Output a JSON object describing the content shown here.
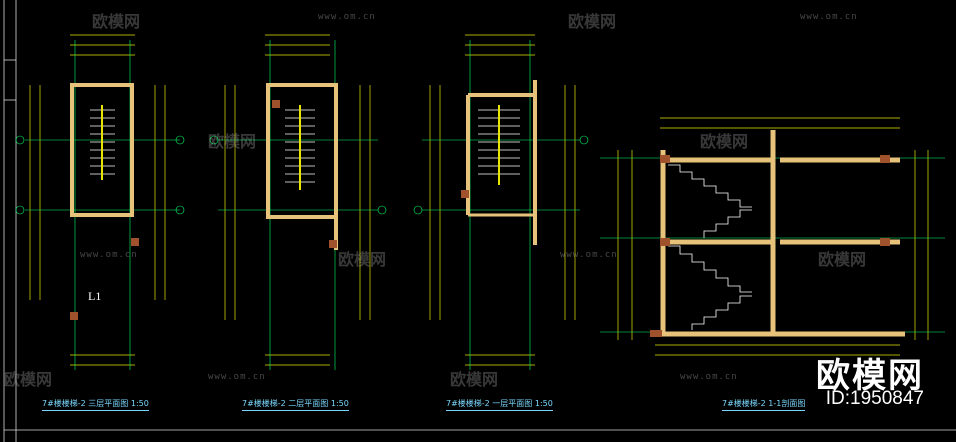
{
  "drawings": {
    "plan3_title": "7#楼楼梯-2 三层平面图 1:50",
    "plan2_title": "7#楼楼梯-2 二层平面图 1:50",
    "plan1_title": "7#楼楼梯-2 一层平面图 1:50",
    "section_title": "7#楼楼梯-2 1-1剖面图"
  },
  "watermark": {
    "site_url": "www.om.cn",
    "site_name": "欧模网"
  },
  "brand": {
    "name": "欧模网",
    "id_text": "ID:1950847"
  },
  "colors": {
    "dim": "#e6e600",
    "axis": "#00ff66",
    "wall": "#e6c27a",
    "stair": "#ffffff",
    "title": "#7ad8ff"
  }
}
